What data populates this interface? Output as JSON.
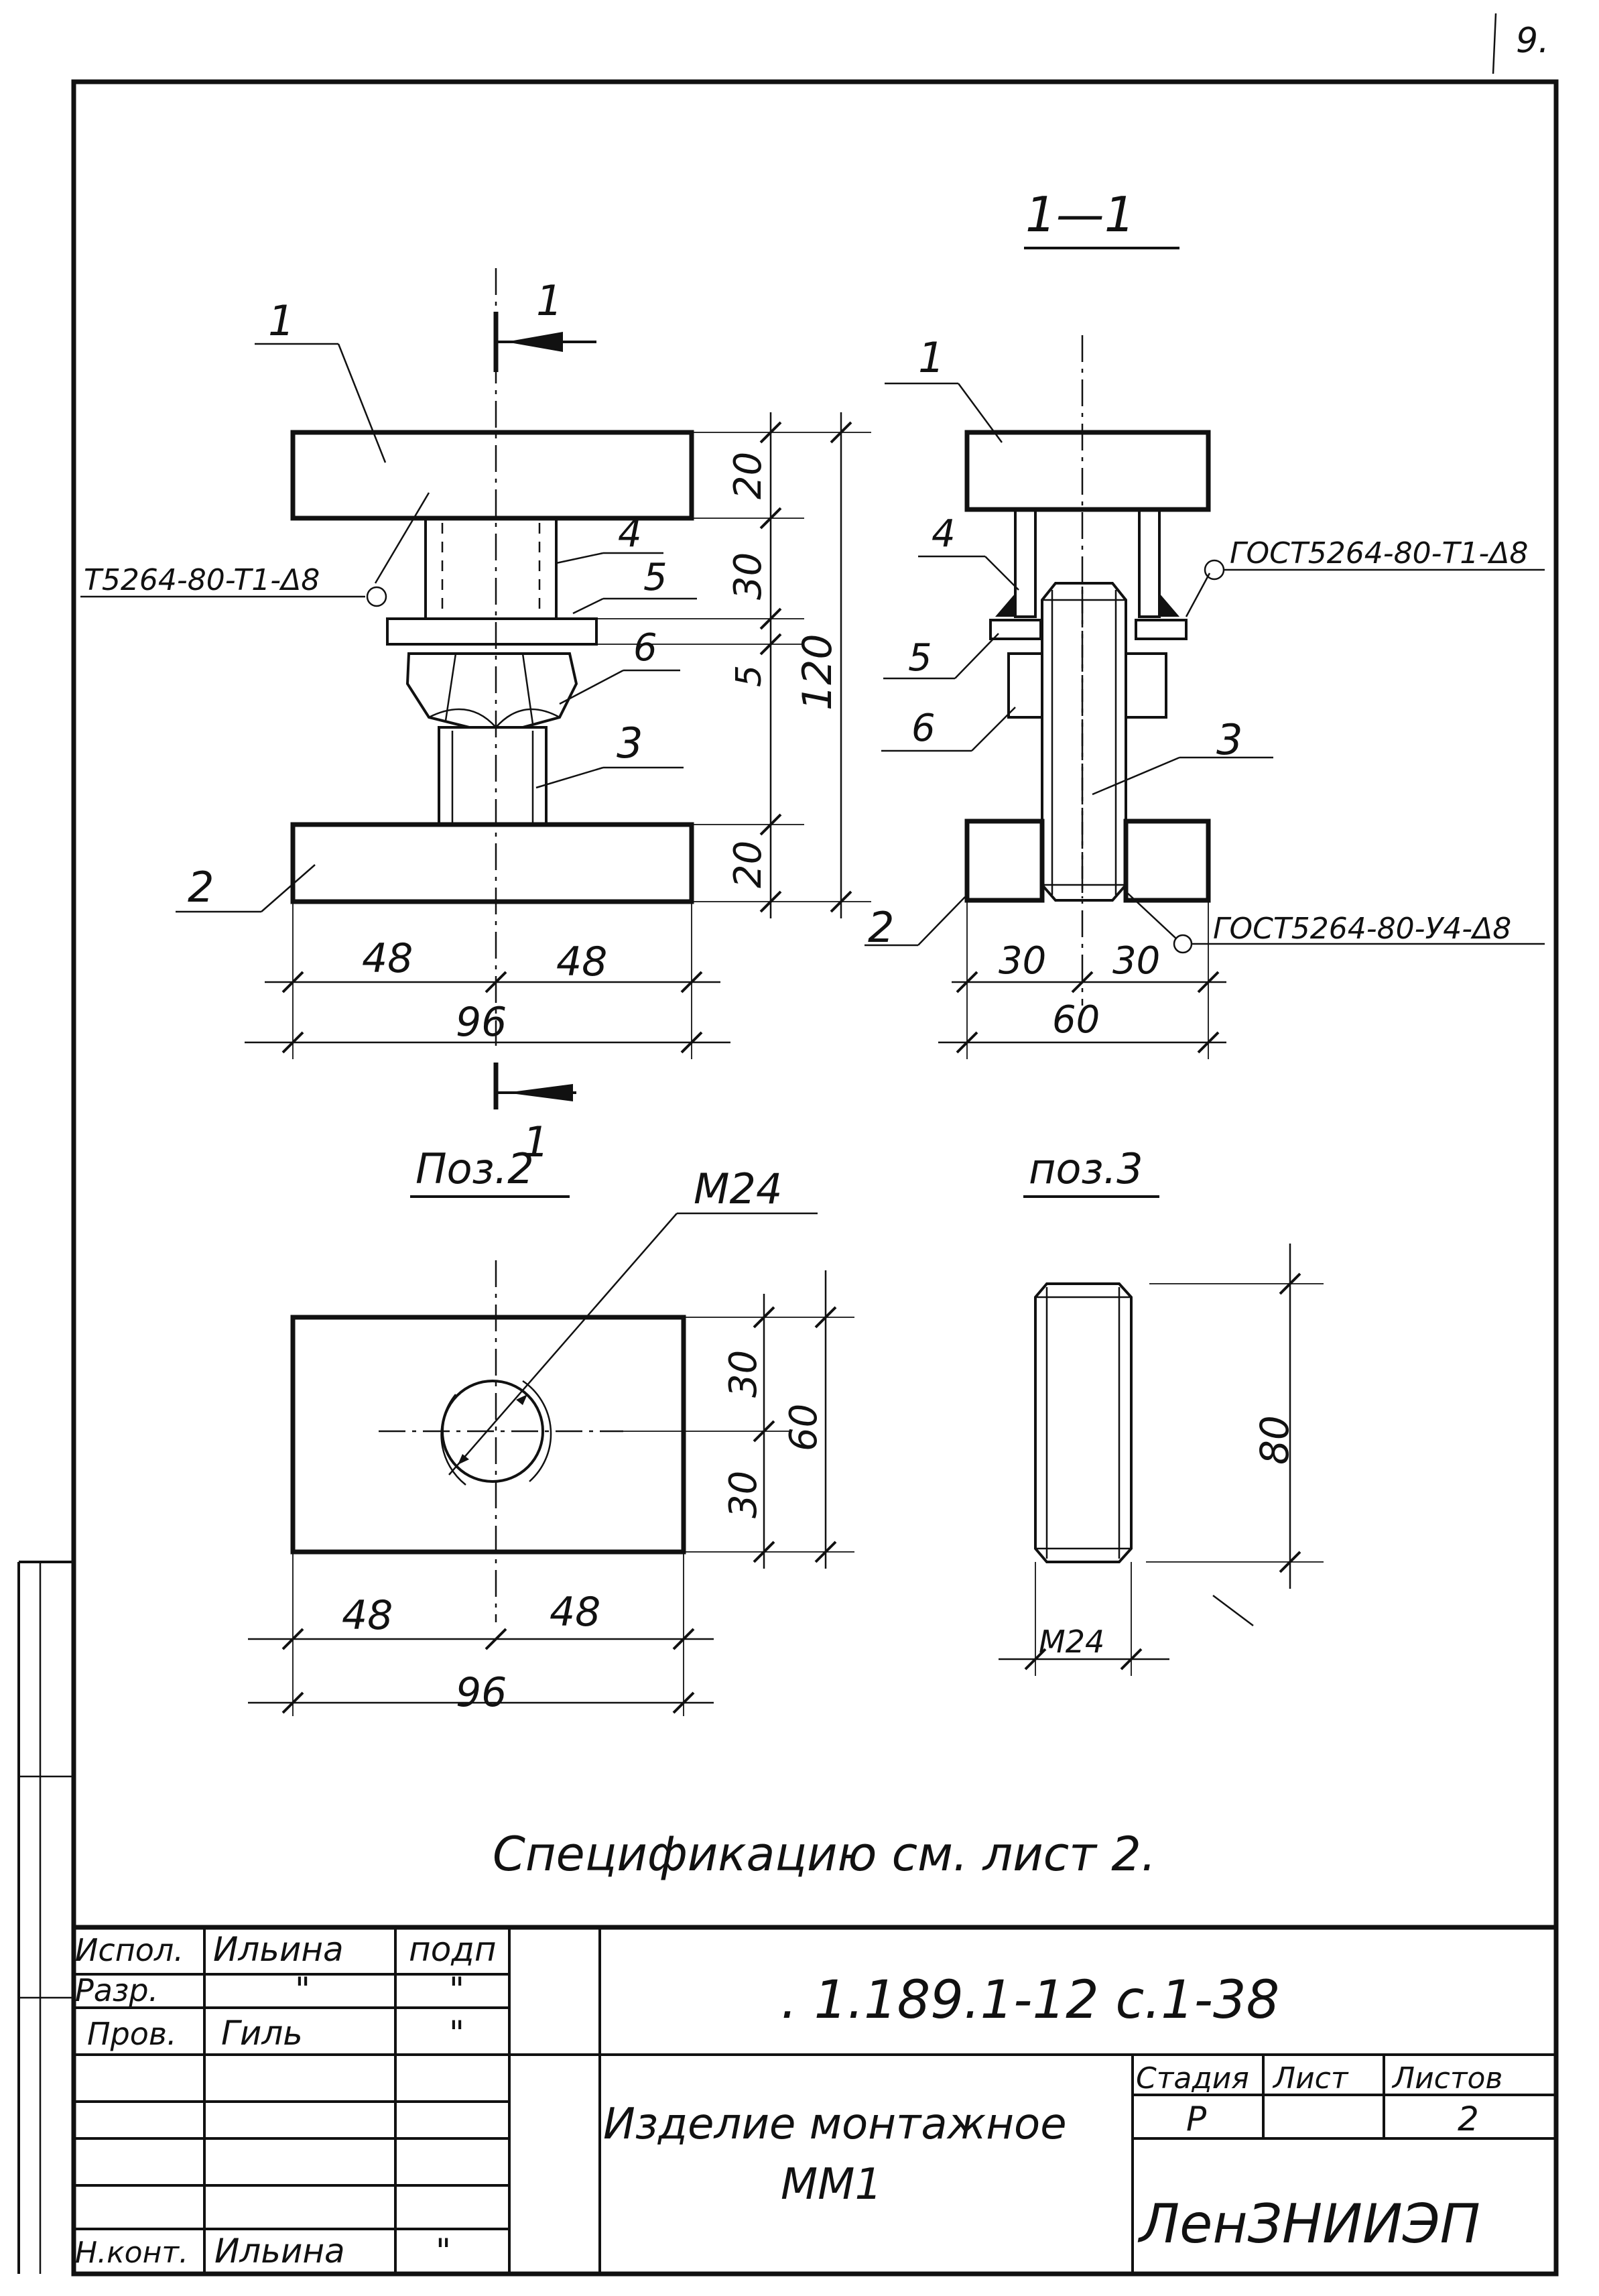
{
  "corner_mark": "9.",
  "views": {
    "section_title": "1—1",
    "cut_mark_top": "1",
    "cut_mark_bottom": "1",
    "front": {
      "callouts": [
        "1",
        "4",
        "5",
        "6",
        "3",
        "2"
      ],
      "weld_note": "T5264-80-T1-Δ8",
      "dims": {
        "h_top": "20",
        "h_sleeve": "30",
        "h_washer": "5",
        "h_total": "120",
        "h_bottom": "20",
        "w_left": "48",
        "w_right": "48",
        "w_total": "96"
      }
    },
    "section": {
      "callouts": [
        "1",
        "4",
        "5",
        "6",
        "3",
        "2"
      ],
      "weld_note_top": "ГОСТ5264-80-Т1-Δ8",
      "weld_note_bottom": "ГОСТ5264-80-У4-Δ8",
      "dims": {
        "w_left": "30",
        "w_right": "30",
        "w_total": "60"
      }
    },
    "pos2": {
      "title": "Поз.2",
      "thread": "М24",
      "dims": {
        "h_a": "30",
        "h_b": "30",
        "h_total": "60",
        "w_left": "48",
        "w_right": "48",
        "w_total": "96"
      }
    },
    "pos3": {
      "title": "поз.3",
      "dims": {
        "length": "80",
        "thread": "М24"
      }
    }
  },
  "note": "Спецификацию см. лист 2.",
  "title_block": {
    "rows": [
      {
        "role": "Испол.",
        "name": "Ильина",
        "sign": "подп"
      },
      {
        "role": "Разр.",
        "name": "\"",
        "sign": "\""
      },
      {
        "role": "Пров.",
        "name": "Гиль",
        "sign": "\""
      },
      {
        "role": "",
        "name": "",
        "sign": ""
      },
      {
        "role": "",
        "name": "",
        "sign": ""
      },
      {
        "role": "",
        "name": "",
        "sign": ""
      },
      {
        "role": "Н.конт.",
        "name": "Ильина",
        "sign": "\""
      }
    ],
    "doc_code": ". 1.189.1-12 с.1-38",
    "product_name_line1": "Изделие монтажное",
    "product_name_line2": "ММ1",
    "stage_header": "Стадия",
    "sheet_header": "Лист",
    "sheets_header": "Листов",
    "stage": "Р",
    "sheet": "",
    "sheets": "2",
    "org": "ЛенЗНИИЭП"
  }
}
